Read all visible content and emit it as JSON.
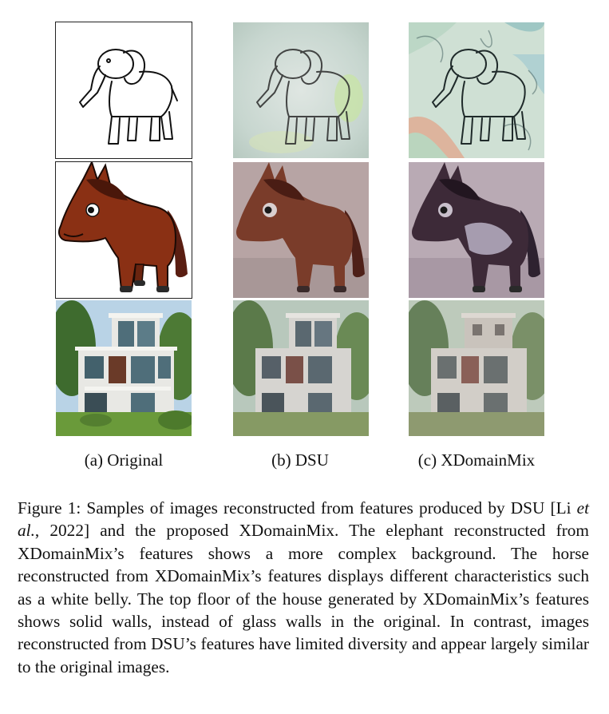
{
  "figure": {
    "subfigures": [
      {
        "id": "a",
        "label": "(a) Original"
      },
      {
        "id": "b",
        "label": "(b) DSU"
      },
      {
        "id": "c",
        "label": "(c) XDomainMix"
      }
    ],
    "rows": [
      "elephant",
      "horse",
      "house"
    ],
    "caption": {
      "prefix": "Figure 1: Samples of images reconstructed from features produced by DSU  [Li ",
      "et_al": "et al.",
      "suffix": ", 2022] and the proposed XDomainMix. The elephant reconstructed from XDomainMix’s features shows a more complex background. The horse reconstructed from XDomainMix’s features displays different characteristics such as a white belly. The top floor of the house generated by XDomainMix’s features shows solid walls, instead of glass walls in the original. In contrast, images reconstructed from DSU’s features have limited diversity and appear largely similar to the original images."
    }
  }
}
